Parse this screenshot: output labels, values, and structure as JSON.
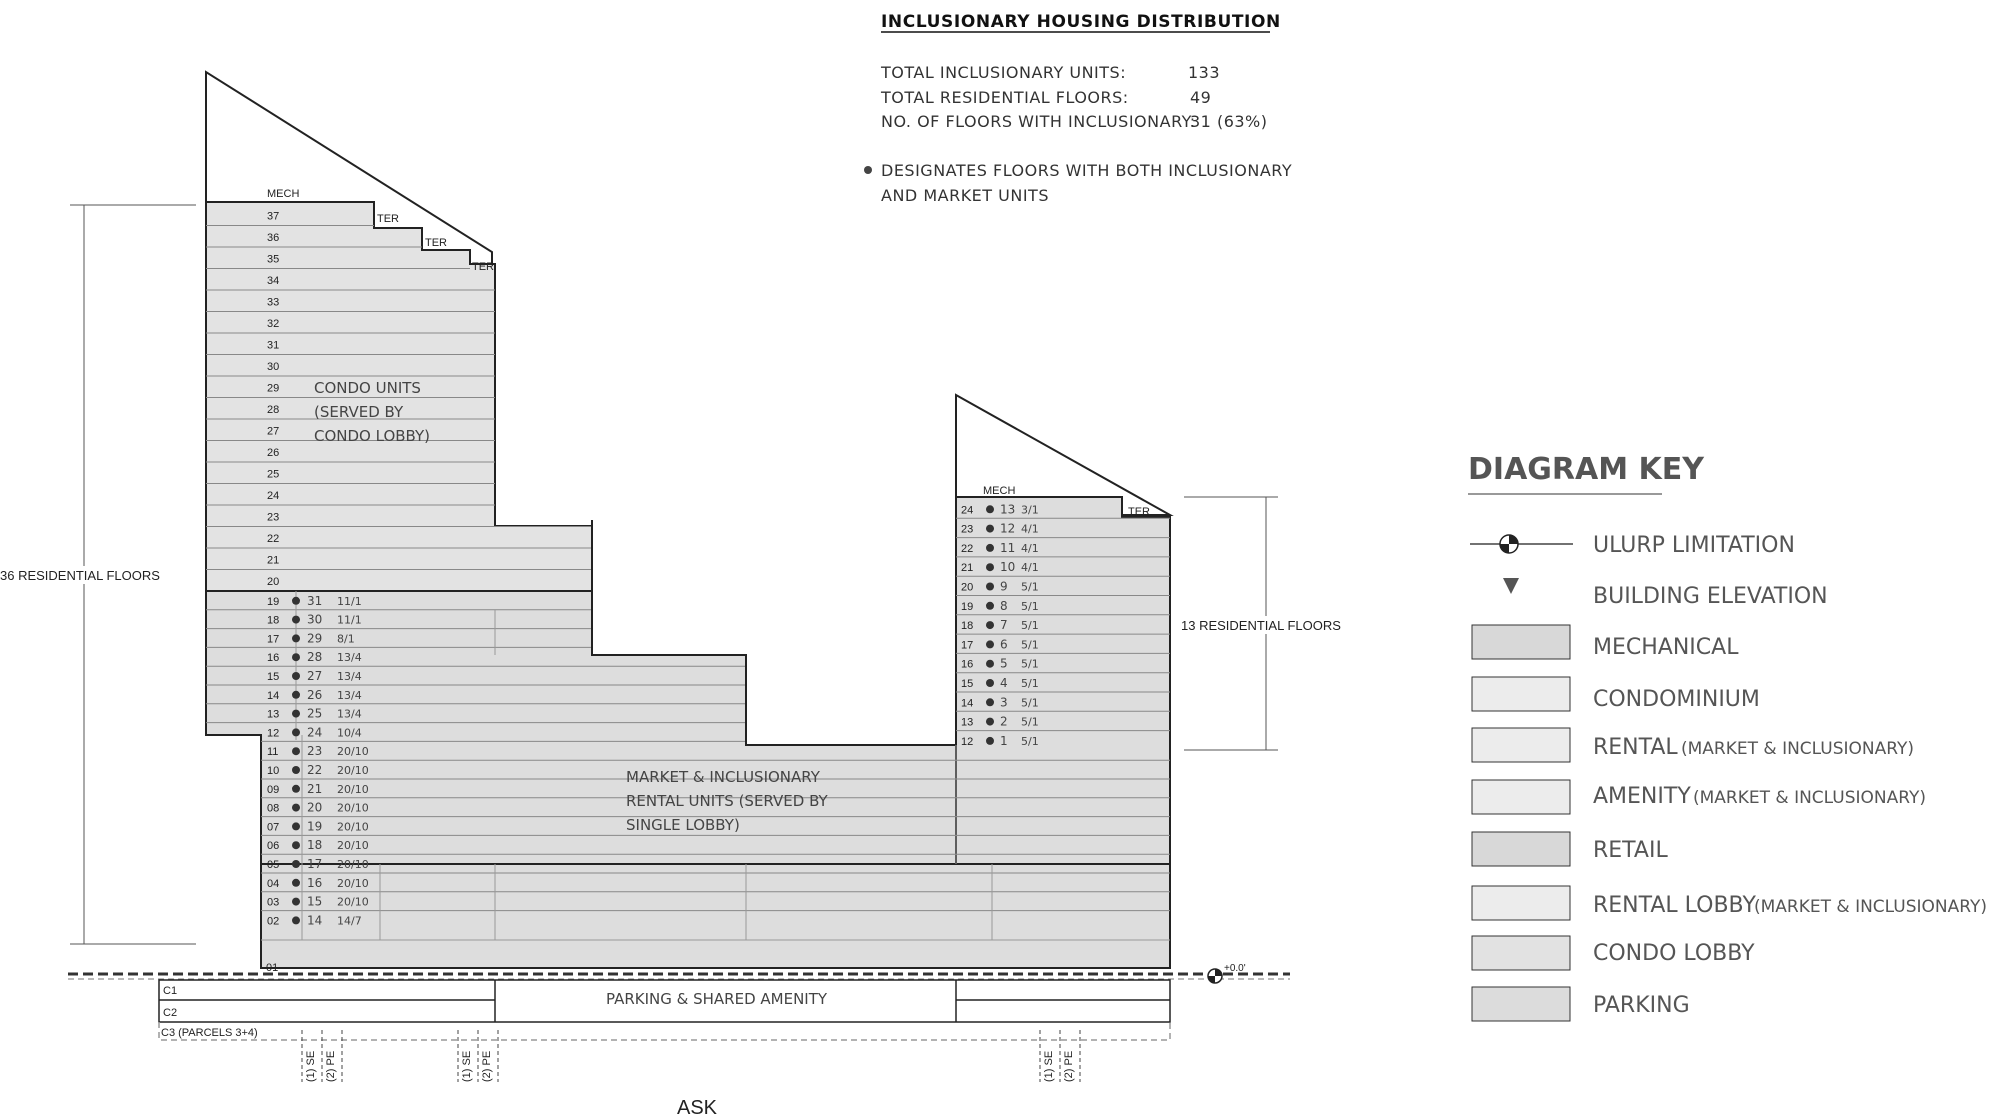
{
  "summary": {
    "title": "INCLUSIONARY HOUSING DISTRIBUTION",
    "rows": [
      {
        "label": "TOTAL INCLUSIONARY UNITS:",
        "value": "133"
      },
      {
        "label": "TOTAL RESIDENTIAL FLOORS:",
        "value": "49"
      },
      {
        "label": "NO. OF FLOORS WITH INCLUSIONARY:",
        "value": "31 (63%)"
      }
    ],
    "note_line1": "DESIGNATES FLOORS WITH BOTH INCLUSIONARY",
    "note_line2": "AND MARKET UNITS"
  },
  "left_tower": {
    "mech_label": "MECH",
    "ter_label": "TER",
    "floors_label": "36 RESIDENTIAL FLOORS",
    "condo_line1": "CONDO UNITS",
    "condo_line2": "(SERVED BY",
    "condo_line3": "CONDO LOBBY)",
    "upper_floors": [
      "37",
      "36",
      "35",
      "34",
      "33",
      "32",
      "31",
      "30",
      "29",
      "28",
      "27",
      "26",
      "25",
      "24",
      "23",
      "22",
      "21",
      "20"
    ],
    "rental_floors": [
      {
        "floor": "19",
        "count": "31",
        "ratio": "11/1"
      },
      {
        "floor": "18",
        "count": "30",
        "ratio": "11/1"
      },
      {
        "floor": "17",
        "count": "29",
        "ratio": "8/1"
      },
      {
        "floor": "16",
        "count": "28",
        "ratio": "13/4"
      },
      {
        "floor": "15",
        "count": "27",
        "ratio": "13/4"
      },
      {
        "floor": "14",
        "count": "26",
        "ratio": "13/4"
      },
      {
        "floor": "13",
        "count": "25",
        "ratio": "13/4"
      },
      {
        "floor": "12",
        "count": "24",
        "ratio": "10/4"
      },
      {
        "floor": "11",
        "count": "23",
        "ratio": "20/10"
      },
      {
        "floor": "10",
        "count": "22",
        "ratio": "20/10"
      },
      {
        "floor": "09",
        "count": "21",
        "ratio": "20/10"
      },
      {
        "floor": "08",
        "count": "20",
        "ratio": "20/10"
      },
      {
        "floor": "07",
        "count": "19",
        "ratio": "20/10"
      },
      {
        "floor": "06",
        "count": "18",
        "ratio": "20/10"
      },
      {
        "floor": "05",
        "count": "17",
        "ratio": "20/10"
      },
      {
        "floor": "04",
        "count": "16",
        "ratio": "20/10"
      },
      {
        "floor": "03",
        "count": "15",
        "ratio": "20/10"
      },
      {
        "floor": "02",
        "count": "14",
        "ratio": "14/7"
      }
    ],
    "ground_floor": "01"
  },
  "middle": {
    "rental_line1": "MARKET & INCLUSIONARY",
    "rental_line2": "RENTAL UNITS (SERVED BY",
    "rental_line3": "SINGLE LOBBY)",
    "parking_label": "PARKING & SHARED AMENITY"
  },
  "right_tower": {
    "mech_label": "MECH",
    "ter_label": "TER",
    "floors_label": "13 RESIDENTIAL FLOORS",
    "floors": [
      {
        "floor": "24",
        "count": "13",
        "ratio": "3/1"
      },
      {
        "floor": "23",
        "count": "12",
        "ratio": "4/1"
      },
      {
        "floor": "22",
        "count": "11",
        "ratio": "4/1"
      },
      {
        "floor": "21",
        "count": "10",
        "ratio": "4/1"
      },
      {
        "floor": "20",
        "count": "9",
        "ratio": "5/1"
      },
      {
        "floor": "19",
        "count": "8",
        "ratio": "5/1"
      },
      {
        "floor": "18",
        "count": "7",
        "ratio": "5/1"
      },
      {
        "floor": "17",
        "count": "6",
        "ratio": "5/1"
      },
      {
        "floor": "16",
        "count": "5",
        "ratio": "5/1"
      },
      {
        "floor": "15",
        "count": "4",
        "ratio": "5/1"
      },
      {
        "floor": "14",
        "count": "3",
        "ratio": "5/1"
      },
      {
        "floor": "13",
        "count": "2",
        "ratio": "5/1"
      },
      {
        "floor": "12",
        "count": "1",
        "ratio": "5/1"
      }
    ]
  },
  "below_grade": {
    "c1": "C1",
    "c2": "C2",
    "c3": "C3 (PARCELS 3+4)",
    "grade_label": "+0.0'",
    "marker_labels": [
      "(1) SE",
      "(2) PE"
    ]
  },
  "footer_label": "ASK",
  "key": {
    "title": "DIAGRAM KEY",
    "ulurp": "ULURP LIMITATION",
    "elevation": "BUILDING ELEVATION",
    "mechanical": "MECHANICAL",
    "condominium": "CONDOMINIUM",
    "rental": "RENTAL",
    "rental_note": "(MARKET & INCLUSIONARY)",
    "amenity": "AMENITY",
    "amenity_note": "(MARKET & INCLUSIONARY)",
    "retail": "RETAIL",
    "rental_lobby": "RENTAL LOBBY",
    "rental_lobby_note": "(MARKET & INCLUSIONARY)",
    "condo_lobby": "CONDO LOBBY",
    "parking": "PARKING"
  },
  "colors": {
    "fill_rental": "#dddddd",
    "fill_condo": "#e3e3e3",
    "fill_key_dark": "#d8d8d8",
    "fill_key_light": "#ececec",
    "line": "#222222"
  }
}
